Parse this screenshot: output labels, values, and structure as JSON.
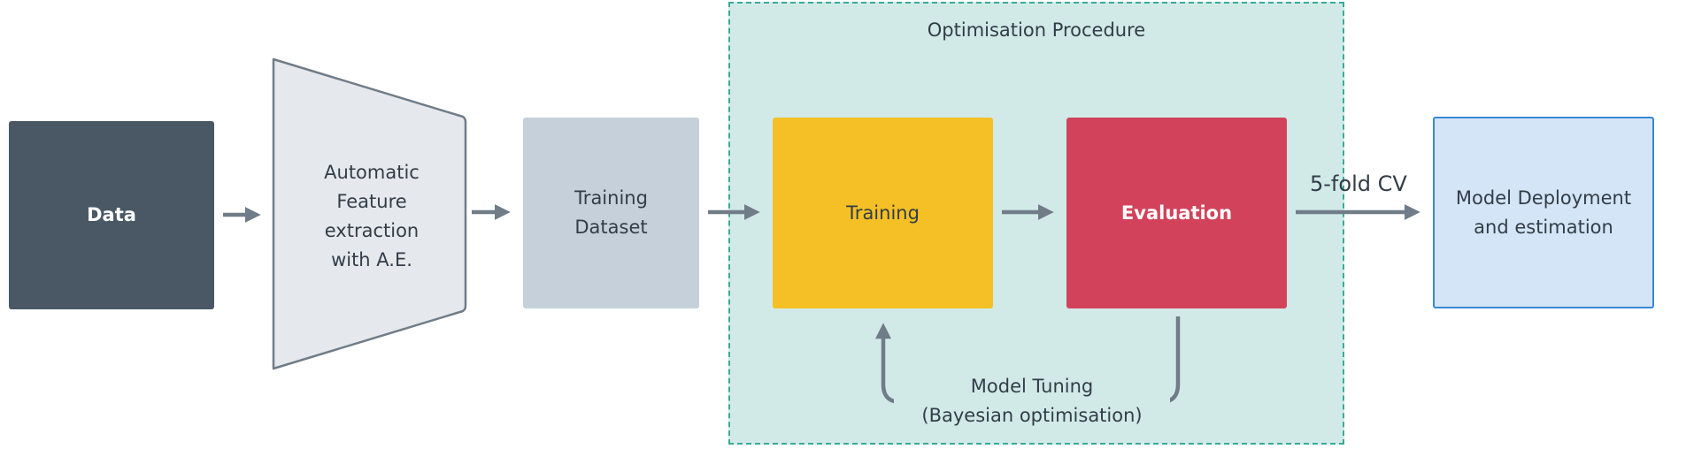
{
  "nodes": {
    "data": {
      "label": "Data"
    },
    "feature_extraction": {
      "label": "Automatic\nFeature\nextraction\nwith A.E."
    },
    "training_dataset": {
      "label": "Training\nDataset"
    },
    "training": {
      "label": "Training"
    },
    "evaluation": {
      "label": "Evaluation"
    },
    "deployment": {
      "label": "Model Deployment\nand estimation"
    }
  },
  "optimisation": {
    "title": "Optimisation Procedure"
  },
  "edges": {
    "cv_label": "5-fold CV",
    "tuning_label": "Model Tuning\n(Bayesian optimisation)"
  },
  "colors": {
    "data_fill": "#4a5866",
    "funnel_fill": "#e5e8ec",
    "funnel_stroke": "#707c88",
    "dataset_fill": "#c5d0da",
    "optim_fill": "#d1eae8",
    "optim_border": "#3aaa96",
    "training_fill": "#f4c025",
    "evaluation_fill": "#d2435b",
    "deploy_fill": "#d3e5f6",
    "deploy_border": "#3a88d4",
    "arrow": "#707c88",
    "text_dark": "#333d47",
    "text_light": "#ffffff"
  }
}
